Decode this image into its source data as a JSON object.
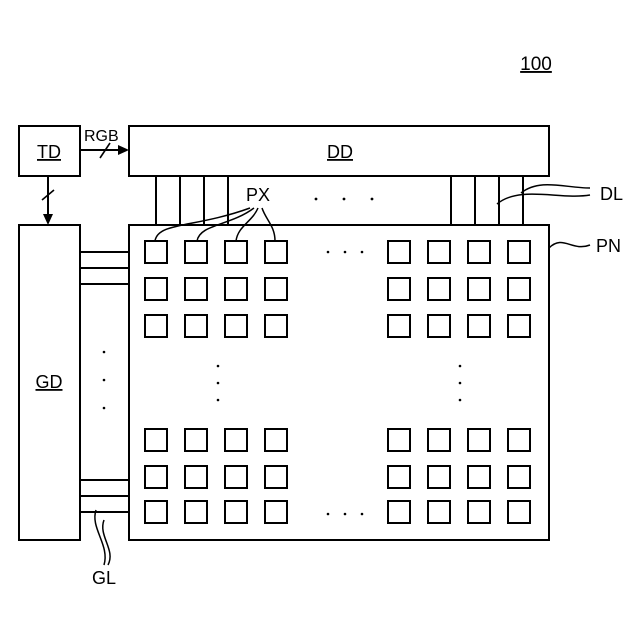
{
  "figure": {
    "ref_label": "100",
    "blocks": {
      "timing": "TD",
      "data_driver": "DD",
      "gate_driver": "GD"
    },
    "signal_label": "RGB",
    "callouts": {
      "pixel": "PX",
      "data_line": "DL",
      "panel": "PN",
      "gate_line": "GL"
    },
    "ellipsis_marks": {
      "horizontal": "· · ·",
      "vertical": "·"
    }
  },
  "colors": {
    "stroke": "#000000",
    "background": "#ffffff"
  }
}
